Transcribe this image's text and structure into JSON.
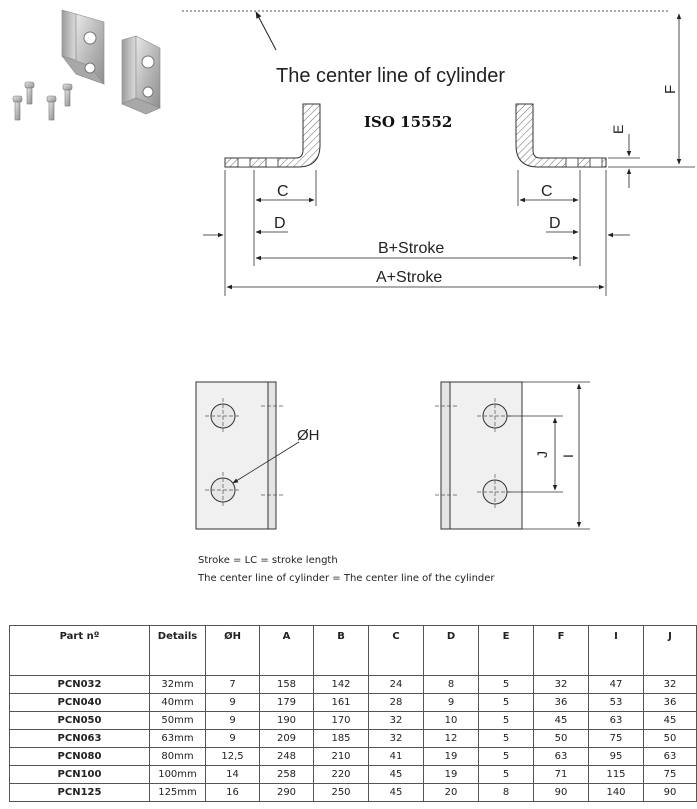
{
  "diagram": {
    "centerline_label": "The center line of cylinder",
    "standard": "ISO 15552",
    "dims": {
      "c": "C",
      "d": "D",
      "b_stroke": "B+Stroke",
      "a_stroke": "A+Stroke",
      "e": "E",
      "f": "F",
      "h": "ØH",
      "j": "J",
      "i": "I"
    }
  },
  "notes": {
    "stroke": "Stroke = LC = stroke length",
    "centerline": "The center line of cylinder = The center line of the cylinder"
  },
  "table": {
    "headers": [
      "Part nº",
      "Details",
      "ØH",
      "A",
      "B",
      "C",
      "D",
      "E",
      "F",
      "I",
      "J"
    ],
    "rows": [
      [
        "PCN032",
        "32mm",
        "7",
        "158",
        "142",
        "24",
        "8",
        "5",
        "32",
        "47",
        "32"
      ],
      [
        "PCN040",
        "40mm",
        "9",
        "179",
        "161",
        "28",
        "9",
        "5",
        "36",
        "53",
        "36"
      ],
      [
        "PCN050",
        "50mm",
        "9",
        "190",
        "170",
        "32",
        "10",
        "5",
        "45",
        "63",
        "45"
      ],
      [
        "PCN063",
        "63mm",
        "9",
        "209",
        "185",
        "32",
        "12",
        "5",
        "50",
        "75",
        "50"
      ],
      [
        "PCN080",
        "80mm",
        "12,5",
        "248",
        "210",
        "41",
        "19",
        "5",
        "63",
        "95",
        "63"
      ],
      [
        "PCN100",
        "100mm",
        "14",
        "258",
        "220",
        "45",
        "19",
        "5",
        "71",
        "115",
        "75"
      ],
      [
        "PCN125",
        "125mm",
        "16",
        "290",
        "250",
        "45",
        "20",
        "8",
        "90",
        "140",
        "90"
      ]
    ]
  }
}
